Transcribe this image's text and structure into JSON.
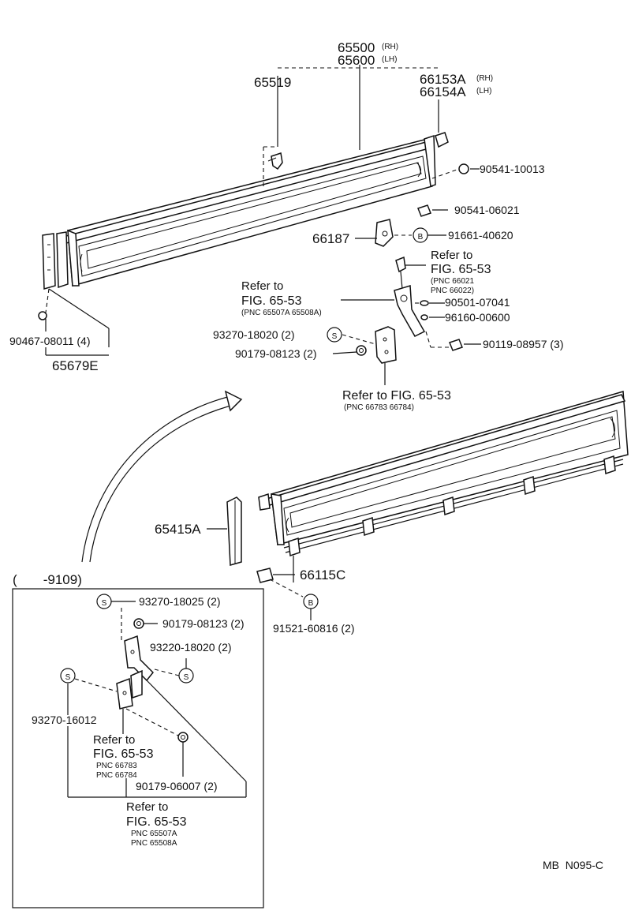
{
  "labels": {
    "p65500": "65500",
    "p65500_side": "(RH)",
    "p65600": "65600",
    "p65600_side": "(LH)",
    "p65519": "65519",
    "p66153a": "66153A",
    "p66153a_side": "(RH)",
    "p66154a": "66154A",
    "p66154a_side": "(LH)",
    "p90541_10013": "90541-10013",
    "p90541_06021": "90541-06021",
    "p66187": "66187",
    "p91661_40620": "91661-40620",
    "refer_a_1": "Refer to",
    "refer_a_2": "FIG. 65-53",
    "refer_a_3": "(PNC 66021",
    "refer_a_4": "PNC 66022)",
    "refer_b_1": "Refer to",
    "refer_b_2": "FIG. 65-53",
    "refer_b_3": "(PNC 65507A 65508A)",
    "p90501_07041": "90501-07041",
    "p96160_00600": "96160-00600",
    "p93270_18020": "93270-18020 (2)",
    "p90179_08123": "90179-08123 (2)",
    "p90119_08957": "90119-08957 (3)",
    "p90467_08011": "90467-08011 (4)",
    "p65679e": "65679E",
    "refer_c_1": "Refer to FIG. 65-53",
    "refer_c_2": "(PNC 66783 66784)",
    "p65415a": "65415A",
    "p66115c": "66115C",
    "p91521_60816": "91521-60816 (2)",
    "inset_range": "(       -9109)",
    "i93270_18025": "93270-18025 (2)",
    "i90179_08123": "90179-08123 (2)",
    "i93220_18020": "93220-18020 (2)",
    "i93270_16012": "93270-16012",
    "refer_d_1": "Refer to",
    "refer_d_2": "FIG. 65-53",
    "refer_d_3": "PNC 66783",
    "refer_d_4": "PNC 66784",
    "i90179_06007": "90179-06007 (2)",
    "refer_e_1": "Refer to",
    "refer_e_2": "FIG. 65-53",
    "refer_e_3": "PNC 65507A",
    "refer_e_4": "PNC 65508A",
    "footer_code": "MB  N095-C"
  },
  "symbols": {
    "s": "S",
    "b": "B"
  }
}
